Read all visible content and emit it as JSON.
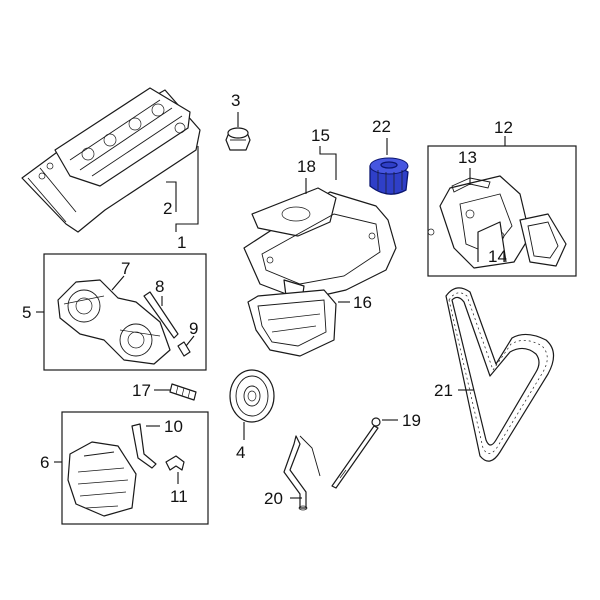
{
  "labels": {
    "p1": "1",
    "p2": "2",
    "p3": "3",
    "p4": "4",
    "p5": "5",
    "p6": "6",
    "p7": "7",
    "p8": "8",
    "p9": "9",
    "p10": "10",
    "p11": "11",
    "p12": "12",
    "p13": "13",
    "p14": "14",
    "p15": "15",
    "p16": "16",
    "p17": "17",
    "p18": "18",
    "p19": "19",
    "p20": "20",
    "p21": "21",
    "p22": "22"
  },
  "colors": {
    "highlight": "#2f3fc8",
    "line": "#1a1a1a",
    "background": "#ffffff"
  },
  "highlighted_part": "22"
}
